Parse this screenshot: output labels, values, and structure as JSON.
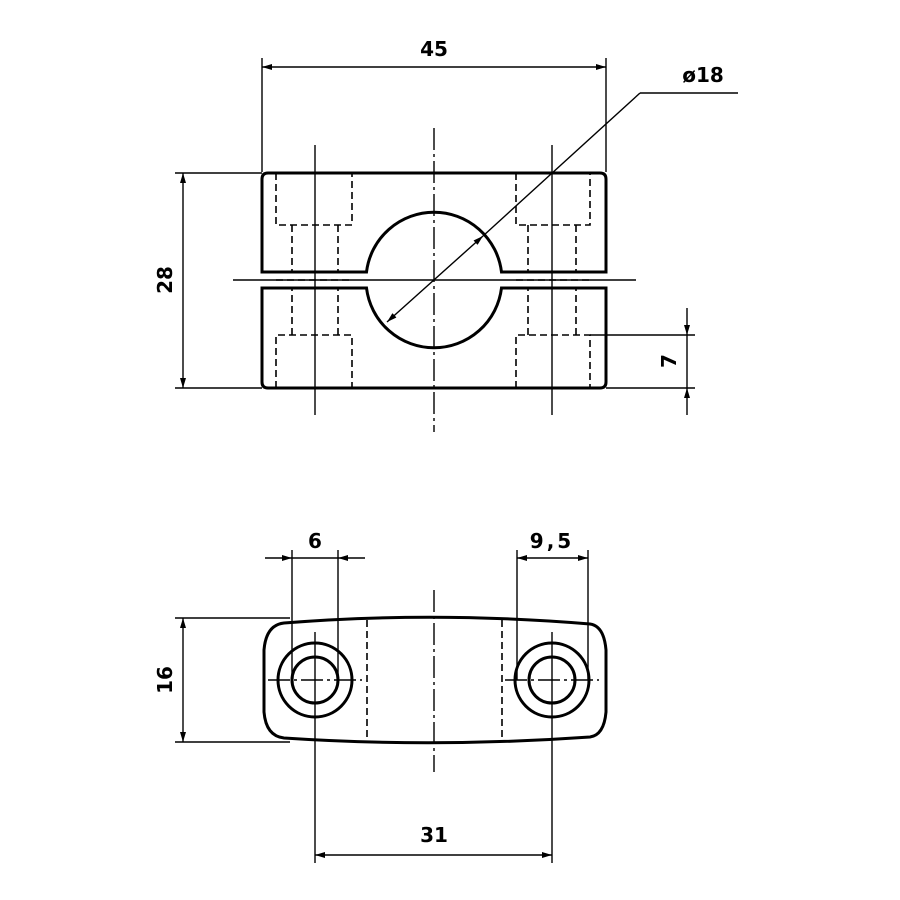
{
  "drawing": {
    "top_view": {
      "width_label": "45",
      "height_label": "28",
      "bore_label": "ø18",
      "counterbore_depth_label": "7"
    },
    "bottom_view": {
      "hole_label": "6",
      "counterbore_label": "9,5",
      "height_label": "16",
      "hole_spacing_label": "31"
    },
    "line_color": "#000000"
  }
}
